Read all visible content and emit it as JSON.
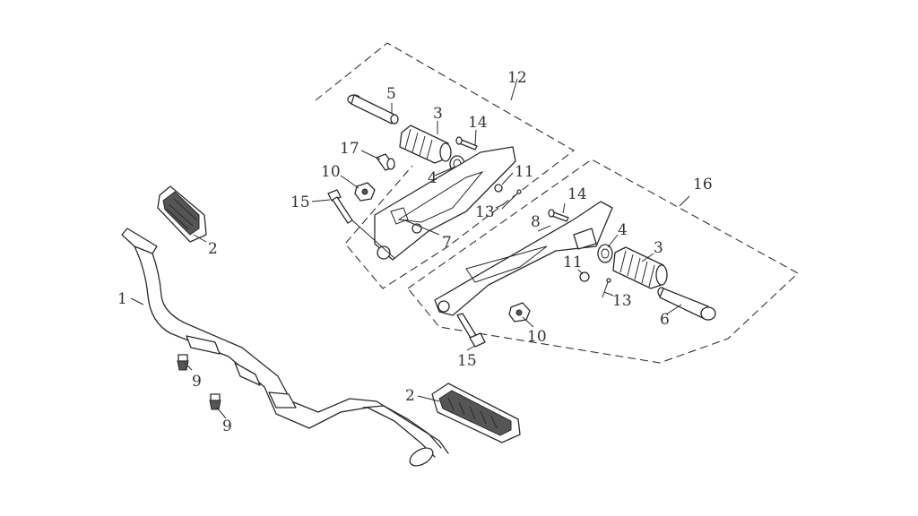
{
  "callouts": {
    "c1": "1",
    "c2a": "2",
    "c2b": "2",
    "c3a": "3",
    "c3b": "3",
    "c4a": "4",
    "c4b": "4",
    "c5": "5",
    "c6": "6",
    "c7": "7",
    "c8": "8",
    "c9a": "9",
    "c9b": "9",
    "c10a": "10",
    "c10b": "10",
    "c11a": "11",
    "c11b": "11",
    "c12": "12",
    "c13a": "13",
    "c13b": "13",
    "c14a": "14",
    "c14b": "14",
    "c15a": "15",
    "c15b": "15",
    "c16": "16",
    "c17": "17"
  }
}
